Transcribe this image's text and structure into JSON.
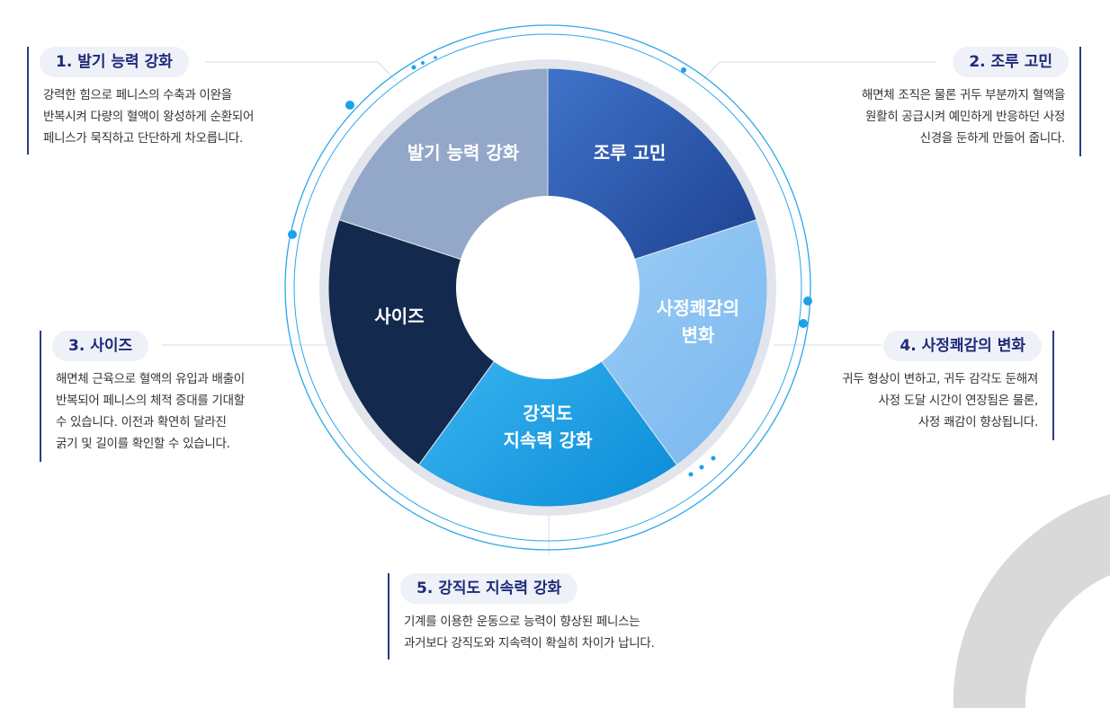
{
  "wheel": {
    "segments": [
      {
        "id": "erection",
        "label_lines": [
          "발기 능력 강화"
        ],
        "color": "#2c57ad"
      },
      {
        "id": "premature",
        "label_lines": [
          "조루 고민"
        ],
        "color": "#8cc2f2"
      },
      {
        "id": "pleasure",
        "label_lines": [
          "사정쾌감의",
          "변화"
        ],
        "color": "#12a3ea"
      },
      {
        "id": "stamina",
        "label_lines": [
          "강직도",
          "지속력 강화"
        ],
        "color": "#13294e"
      },
      {
        "id": "size",
        "label_lines": [
          "사이즈"
        ],
        "color": "#93a7c9"
      }
    ]
  },
  "cards": [
    {
      "id": "card-1",
      "title": "1. 발기 능력 강화",
      "desc": [
        "강력한 힘으로 페니스의 수축과 이완을",
        "반복시켜 다량의 혈액이 왕성하게 순환되어",
        "페니스가 묵직하고 단단하게 차오릅니다."
      ]
    },
    {
      "id": "card-2",
      "title": "2. 조루 고민",
      "desc": [
        "해면체 조직은 물론 귀두 부분까지 혈액을",
        "원활히 공급시켜 예민하게 반응하던 사정",
        "신경을 둔하게 만들어 줍니다."
      ]
    },
    {
      "id": "card-3",
      "title": "3. 사이즈",
      "desc": [
        "해면체 근육으로 혈액의 유입과 배출이",
        "반복되어 페니스의 체적 증대를 기대할",
        "수 있습니다. 이전과 확연히 달라진",
        "굵기 및 길이를 확인할 수 있습니다."
      ]
    },
    {
      "id": "card-4",
      "title": "4. 사정쾌감의 변화",
      "desc": [
        "귀두 형상이 변하고, 귀두 감각도 둔해져",
        "사정 도달 시간이 연장됨은 물론,",
        "사정 쾌감이 향상됩니다."
      ]
    },
    {
      "id": "card-5",
      "title": "5. 강직도 지속력 강화",
      "desc": [
        "기계를 이용한 운동으로 능력이 향상된 페니스는",
        "과거보다 강직도와 지속력이 확실히 차이가 납니다."
      ]
    }
  ],
  "colors": {
    "accent": "#1e2a78",
    "ring": "#2aa7ea",
    "deco": "#d9d9d9"
  }
}
